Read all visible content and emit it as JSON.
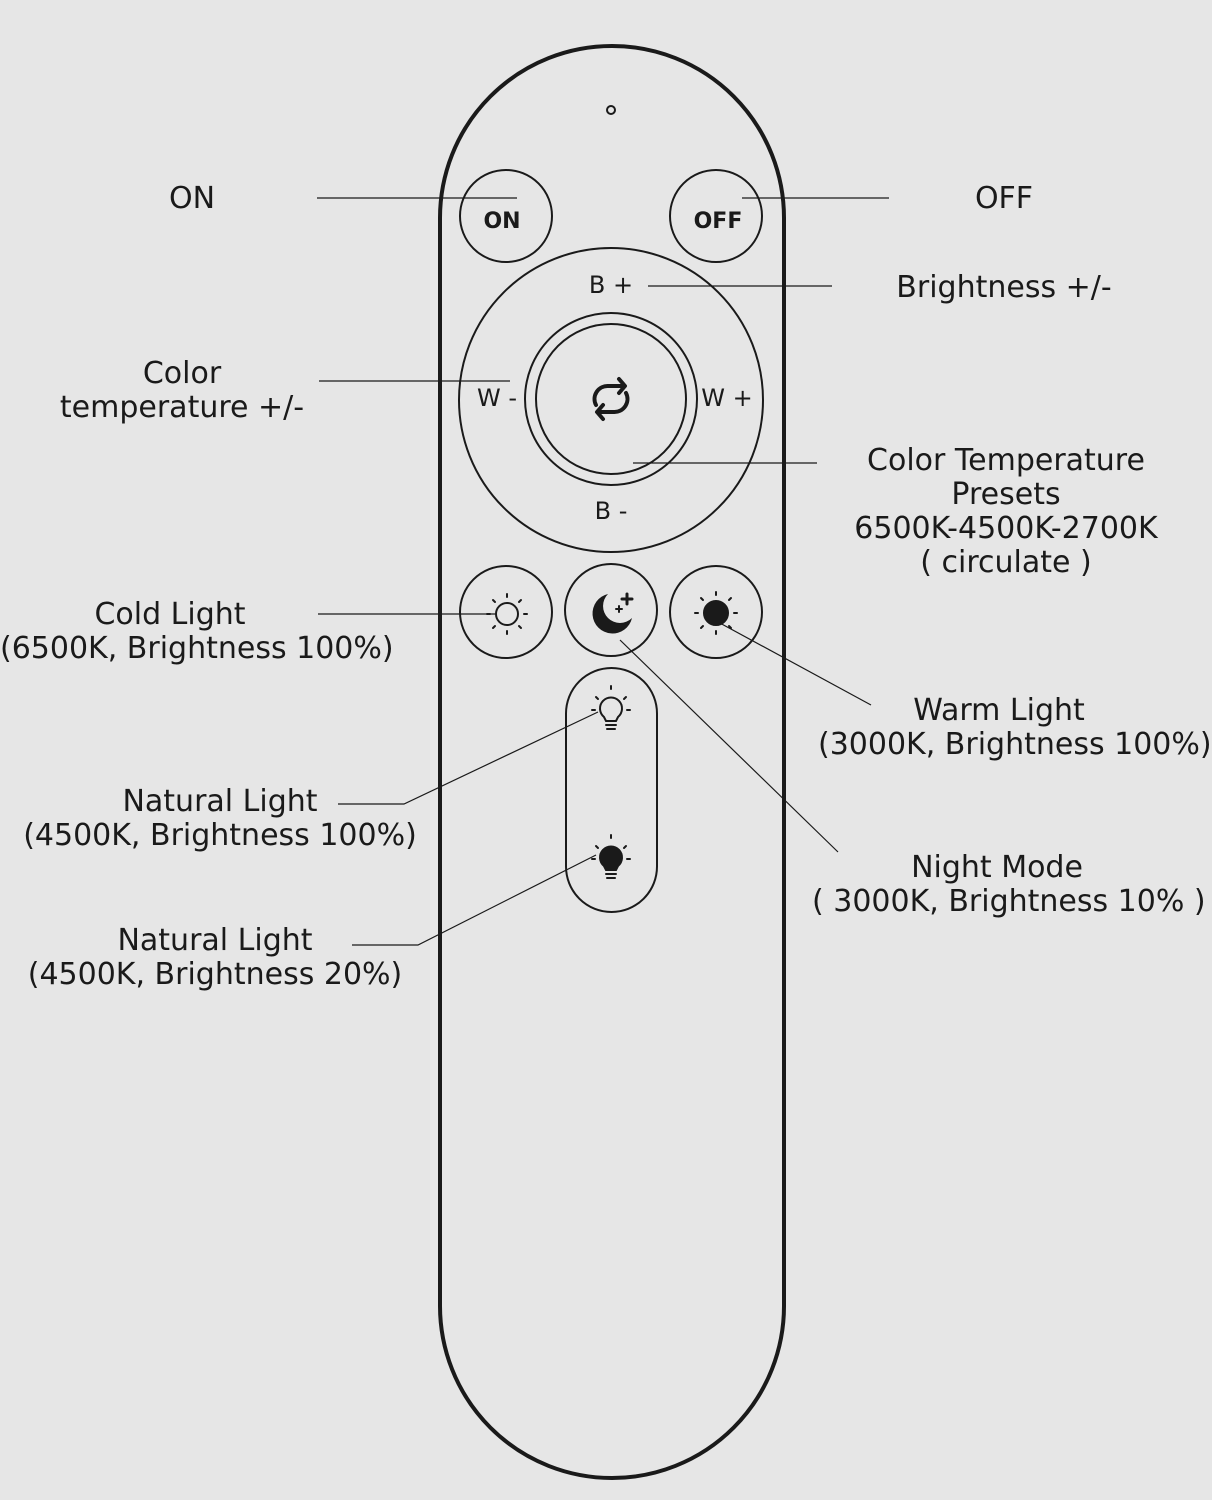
{
  "remote": {
    "buttons": {
      "on": "ON",
      "off": "OFF",
      "b_plus": "B +",
      "b_minus": "B -",
      "w_minus": "W -",
      "w_plus": "W +"
    }
  },
  "labels": {
    "on": "ON",
    "off": "OFF",
    "brightness": "Brightness +/-",
    "color_temp": [
      "Color",
      "temperature +/-"
    ],
    "presets": [
      "Color Temperature",
      "Presets",
      "6500K-4500K-2700K",
      "( circulate )"
    ],
    "cold_light": [
      "Cold Light",
      "(6500K, Brightness 100%)"
    ],
    "warm_light": [
      "Warm Light",
      "(3000K, Brightness  100%)"
    ],
    "natural_100": [
      "Natural Light",
      "(4500K, Brightness  100%)"
    ],
    "night_mode": [
      "Night Mode",
      "( 3000K, Brightness   10% )"
    ],
    "natural_20": [
      "Natural Light",
      "(4500K, Brightness   20%)"
    ]
  },
  "icons": {
    "cycle": "cycle-arrows-icon",
    "cold": "sun-outline-icon",
    "night": "moon-stars-icon",
    "warm": "sun-filled-icon",
    "bulb_outline": "bulb-outline-icon",
    "bulb_filled": "bulb-filled-icon"
  },
  "colors": {
    "background": "#e6e6e6",
    "stroke": "#1a1a1a"
  }
}
